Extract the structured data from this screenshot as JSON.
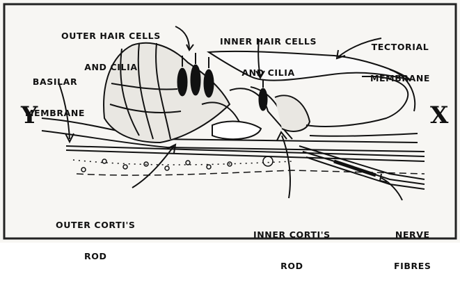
{
  "labels": {
    "outer_hair_cells": [
      "OUTER HAIR CELLS",
      "AND CILIA"
    ],
    "inner_hair_cells": [
      "INNER HAIR CELLS",
      "AND CILIA"
    ],
    "tectorial_membrane": [
      "TECTORIAL",
      "MEMBRANE"
    ],
    "basilar_membrane": [
      "BASILAR",
      "MEMBRANE"
    ],
    "outer_cortis_rod": [
      "OUTER CORTI'S",
      "ROD"
    ],
    "inner_cortis_rod": [
      "INNER CORTI'S",
      "ROD"
    ],
    "nerve_fibres": [
      "NERVE",
      "FIBRES"
    ]
  },
  "axis_markers": {
    "left": "Y",
    "right": "X"
  },
  "colors": {
    "ink": "#111111",
    "paper": "#f7f6f3"
  }
}
